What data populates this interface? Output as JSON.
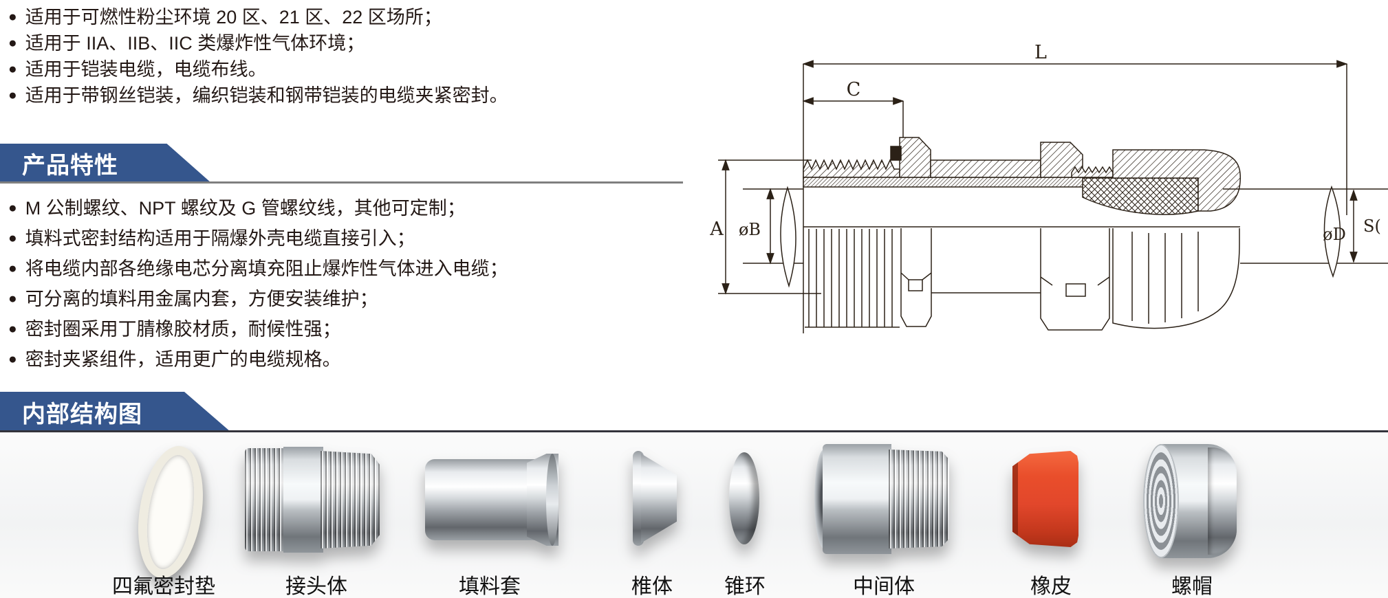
{
  "glyphs": {
    "bullet": "●"
  },
  "intro": {
    "items": [
      "适用于可燃性粉尘环境 20 区、21 区、22 区场所；",
      "适用于 IIA、IIB、IIC 类爆炸性气体环境；",
      "适用于铠装电缆，电缆布线。",
      "适用于带钢丝铠装，编织铠装和钢带铠装的电缆夹紧密封。"
    ]
  },
  "features": {
    "title": "产品特性",
    "items": [
      "M 公制螺纹、NPT 螺纹及 G 管螺纹线，其他可定制；",
      "填料式密封结构适用于隔爆外壳电缆直接引入；",
      "将电缆内部各绝缘电芯分离填充阻止爆炸性气体进入电缆；",
      "可分离的填料用金属内套，方便安装维护；",
      "密封圈采用丁腈橡胶材质，耐候性强；",
      "密封夹紧组件，适用更广的电缆规格。"
    ]
  },
  "structure": {
    "title": "内部结构图"
  },
  "drawing": {
    "dims": {
      "l": "L",
      "c": "C",
      "a": "A",
      "b": "øB",
      "d": "øD",
      "s": "S("
    }
  },
  "components": {
    "items": [
      "四氟密封垫",
      "接头体",
      "填料套",
      "椎体",
      "锥环",
      "中间体",
      "橡皮",
      "螺帽"
    ]
  },
  "colors": {
    "banner_blue": "#35568d",
    "text_ink": "#231815",
    "drawing_ink": "#2b2117",
    "rule_gray": "#7f7f7f",
    "rule_dark": "#33333b",
    "rubber_red": "#e2472b"
  }
}
